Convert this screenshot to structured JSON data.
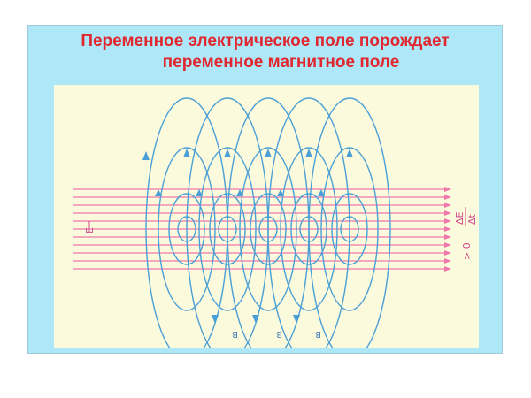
{
  "slide": {
    "title_line1": "Переменное электрическое поле порождает",
    "title_line2": "переменное магнитное поле"
  },
  "diagram": {
    "electric_field_label": "E",
    "magnetic_field_label": "B",
    "rate_numerator": "ΔE",
    "rate_denominator": "Δt",
    "rate_condition": "> 0"
  },
  "colors": {
    "background": "#aee8f8",
    "panel": "#fcfadc",
    "title": "#e0262e",
    "electric_field_lines": "#ee78ac",
    "magnetic_field_lines": "#4a9fd6"
  },
  "icons": [
    "electric-field-arrow-icon",
    "magnetic-field-arrow-icon"
  ]
}
